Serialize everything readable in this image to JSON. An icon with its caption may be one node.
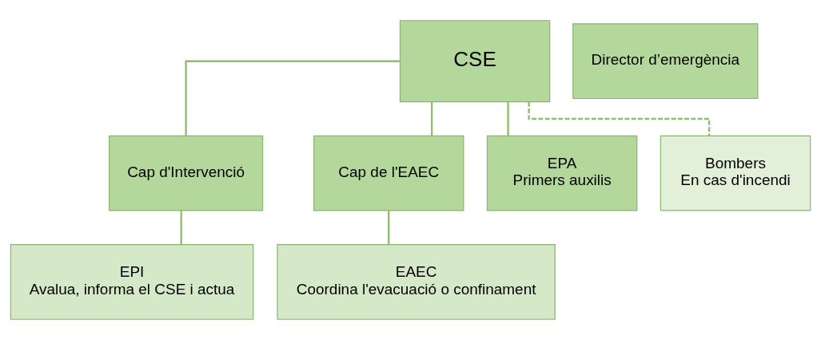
{
  "diagram": {
    "nodes": [
      {
        "text": [
          "CSE"
        ]
      },
      {
        "text": [
          "Director d’emergència"
        ]
      },
      {
        "text": [
          "Cap d'Intervenció"
        ]
      },
      {
        "text": [
          "Cap de l'EAEC"
        ]
      },
      {
        "text": [
          "EPA",
          "Primers auxilis"
        ]
      },
      {
        "text": [
          "Bombers",
          "En cas d'incendi"
        ]
      },
      {
        "text": [
          "EPI",
          "Avalua, informa el CSE i actua"
        ]
      },
      {
        "text": [
          "EAEC",
          "Coordina l'evacuació o confinament"
        ]
      }
    ],
    "edges": [
      {
        "from": 0,
        "to": 2,
        "arrow": "none"
      },
      {
        "from": 0,
        "to": 3,
        "arrow": "none"
      },
      {
        "from": 0,
        "to": 4,
        "arrow": "none"
      },
      {
        "from": 0,
        "to": 5,
        "arrow": "none",
        "style": "dashed"
      },
      {
        "from": 2,
        "to": 6,
        "arrow": "none"
      },
      {
        "from": 3,
        "to": 7,
        "arrow": "none"
      }
    ]
  }
}
